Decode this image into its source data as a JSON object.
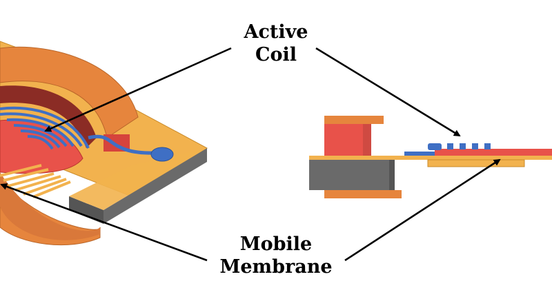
{
  "labels": {
    "active_coil": [
      "Active",
      "Coil"
    ],
    "mobile_membrane": [
      "Mobile",
      "Membrane"
    ]
  },
  "colors": {
    "coil": "#4472c4",
    "magnet": "#e8524a",
    "membrane": "#f0b04a",
    "ring": "#e0843c",
    "base": "#6b6b6b",
    "arrow": "#000000"
  }
}
